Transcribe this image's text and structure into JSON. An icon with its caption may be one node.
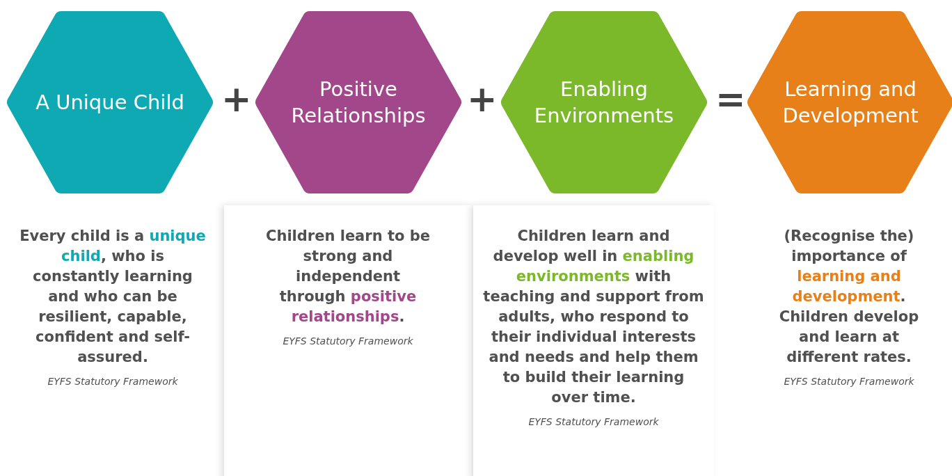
{
  "diagram": {
    "nodes": [
      {
        "text": [
          "A Unique Child"
        ]
      },
      {
        "text": [
          "Positive Relationships"
        ]
      },
      {
        "text": [
          "Enabling Environments"
        ]
      },
      {
        "text": [
          "Learning and Development"
        ]
      },
      {
        "text": [
          "Every child is a **unique child**, who is constantly learning and who can be resilient, capable, confident and self-assured.",
          "EYFS Statutory Framework"
        ]
      },
      {
        "text": [
          "Children learn to be strong and independent through **positive relationships**.",
          "EYFS Statutory Framework"
        ]
      },
      {
        "text": [
          "Children learn and develop well in **enabling environments** with teaching and support from adults, who respond to their individual interests and needs and help them to build their learning over time.",
          "EYFS Statutory Framework"
        ]
      },
      {
        "text": [
          "(Recognise the) importance of **learning and development**. Children develop and learn at different rates.",
          "EYFS Statutory Framework"
        ]
      }
    ],
    "labels": [
      "+",
      "+",
      "="
    ]
  }
}
